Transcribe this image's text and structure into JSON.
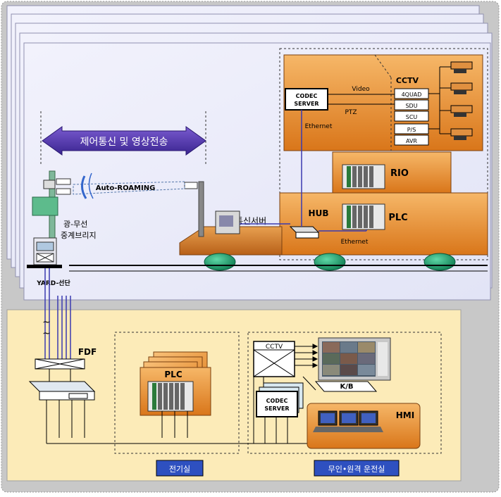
{
  "diagram": {
    "banner": "제어통신 및 영상전송",
    "auto_roaming": "Auto-ROAMING",
    "bridge_label_1": "광-무선",
    "bridge_label_2": "중계브리지",
    "yard_label": "YARD-선단",
    "wireless_server": "무선통신서버",
    "codec_server_top_1": "CODEC",
    "codec_server_top_2": "SERVER",
    "video_label": "Video",
    "ptz_label": "PTZ",
    "ethernet_top": "Ethernet",
    "cctv_label": "CCTV",
    "cctv_units": [
      "4QUAD",
      "SDU",
      "SCU",
      "P/S",
      "AVR"
    ],
    "rio_label": "RIO",
    "hub_label": "HUB",
    "plc_top": "PLC",
    "ethernet_bottom": "Ethernet",
    "fdf_label": "FDF",
    "plc_bottom": "PLC",
    "cctv_bottom": "CCTV",
    "kb_label": "K/B",
    "codec_server_bottom_1": "CODEC",
    "codec_server_bottom_2": "SERVER",
    "hmi_label": "HMI",
    "room_electric": "전기실",
    "room_remote": "무인•원격 운전실"
  },
  "colors": {
    "orange": "#E8902A",
    "orange_light": "#F3B565",
    "wall": "#E8E8F8",
    "bottom_panel": "#FCEBB8",
    "banner": "#5533A8",
    "green_wheel": "#1E9E6E",
    "blue_line": "#3A3AB0"
  }
}
